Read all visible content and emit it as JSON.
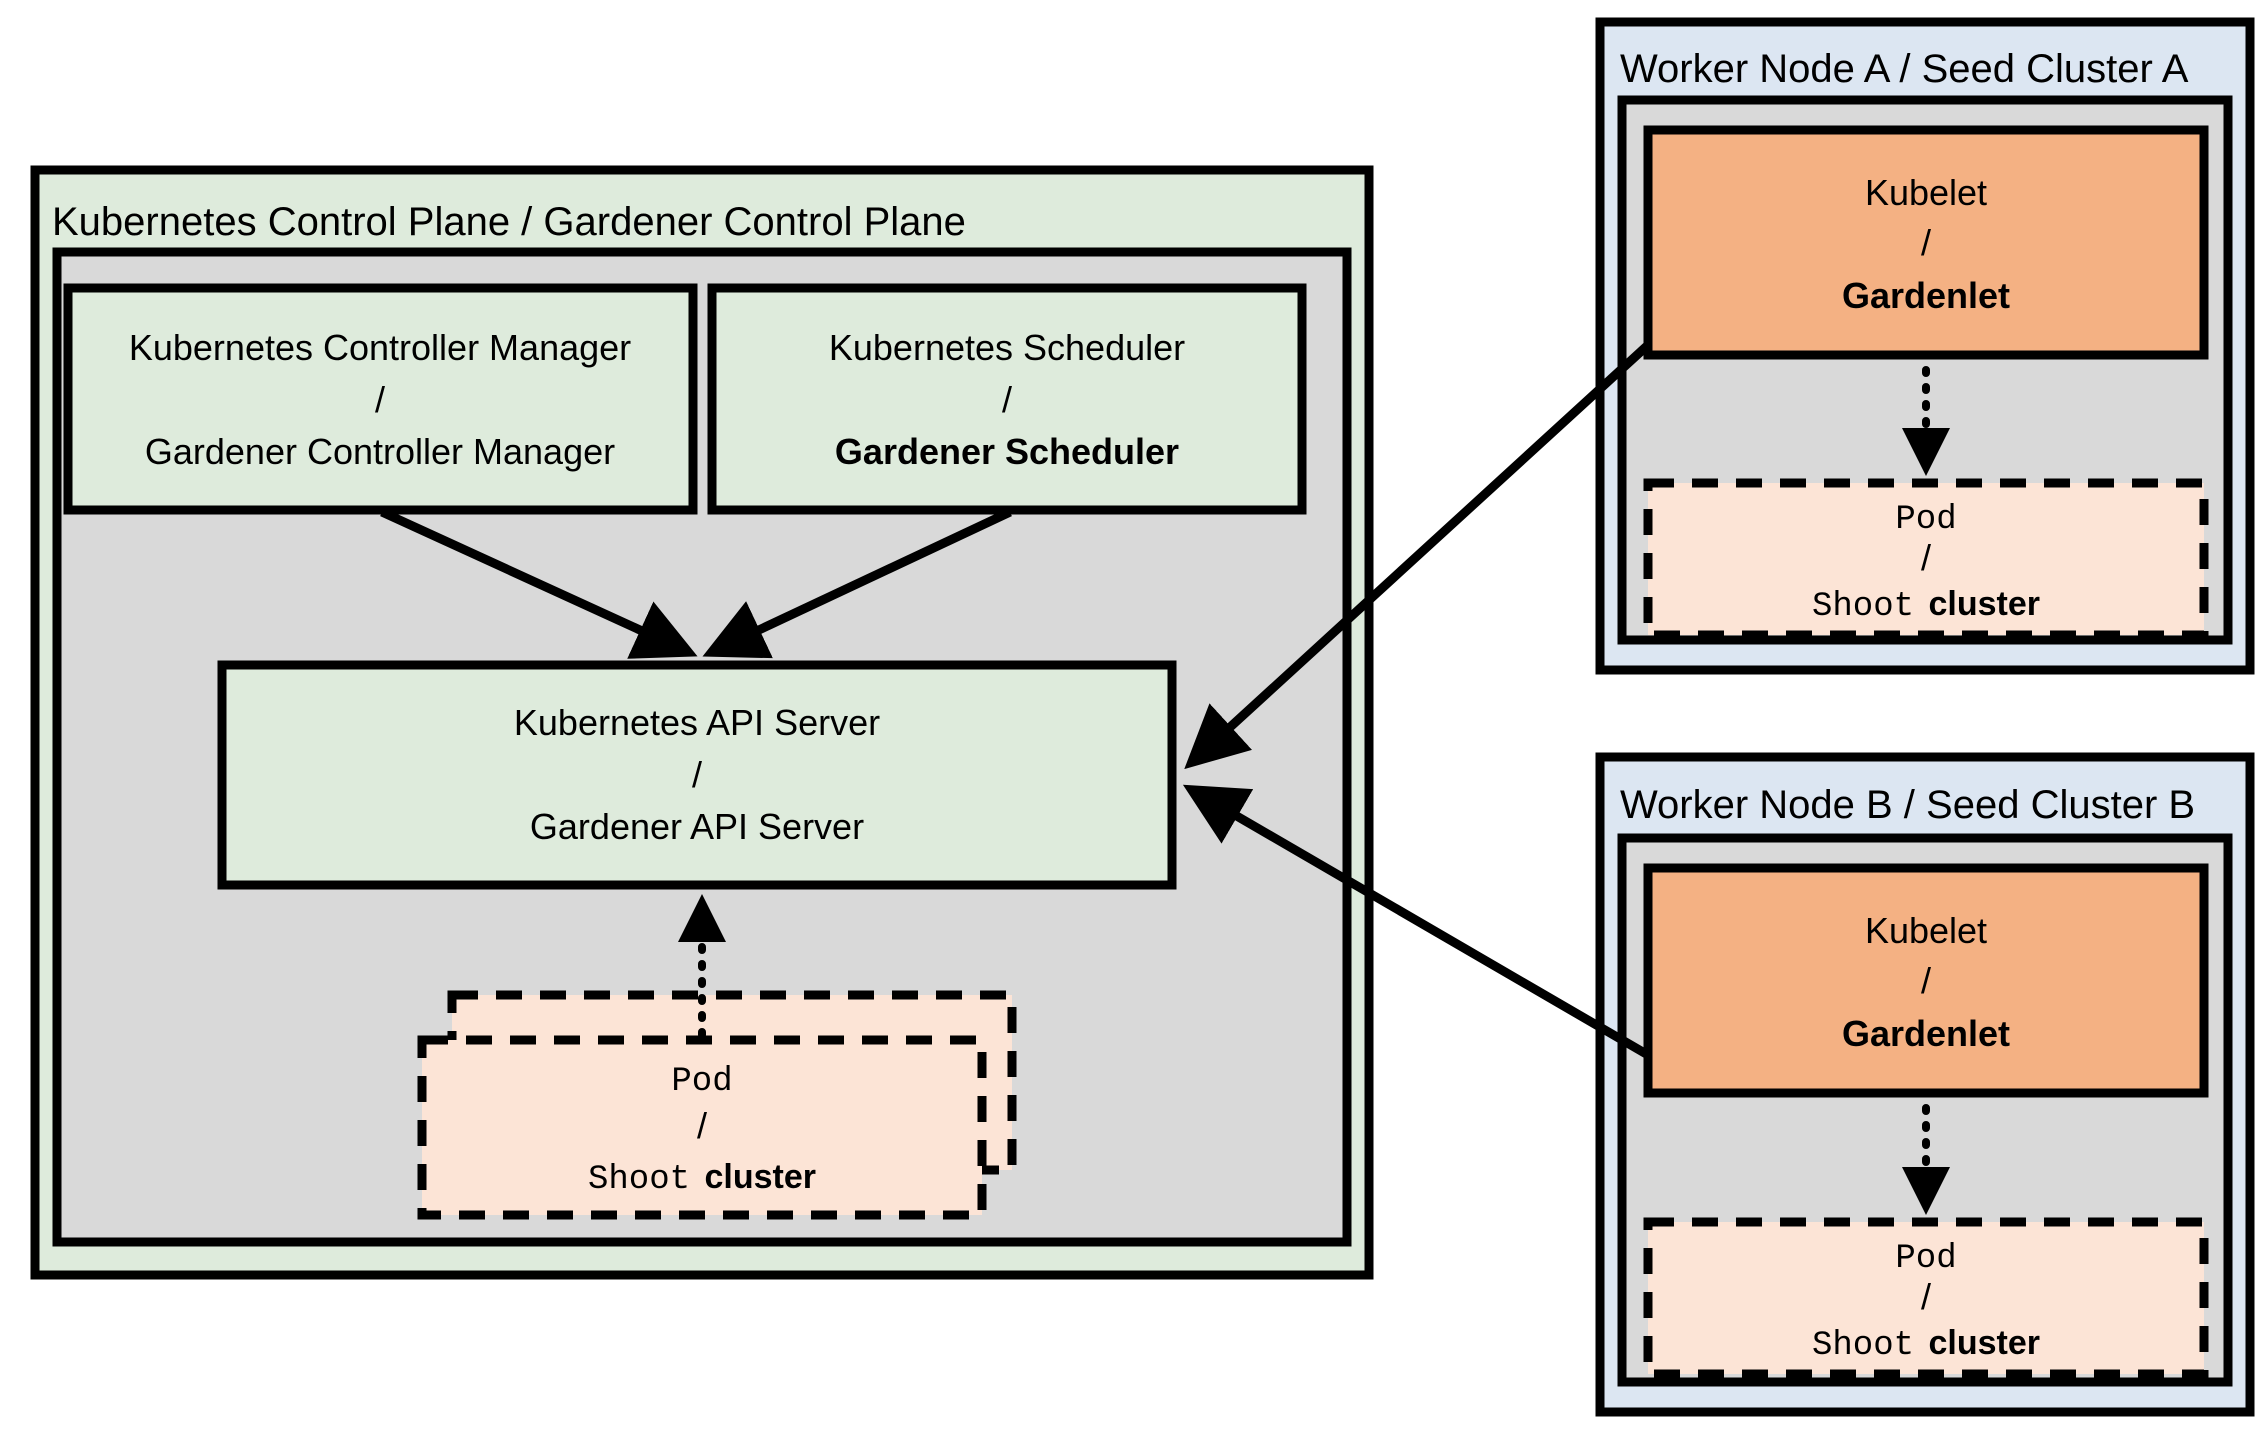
{
  "diagram": {
    "type": "architecture-diagram",
    "subject": "Kubernetes / Gardener control plane and seed clusters",
    "colors": {
      "green_fill": "#deebdc",
      "gray_fill": "#d9d9d9",
      "blue_fill": "#dce6f2",
      "orange_fill": "#f4b183",
      "pod_fill": "#fce4d6",
      "stroke": "#000000",
      "page_background": "#ffffff"
    }
  },
  "control_plane": {
    "title": "Kubernetes Control Plane / Gardener Control Plane",
    "controller_manager": {
      "line1": "Kubernetes Controller Manager",
      "separator": "/",
      "line2": "Gardener Controller Manager",
      "line2_bold": false
    },
    "scheduler": {
      "line1": "Kubernetes Scheduler",
      "separator": "/",
      "line2": "Gardener Scheduler",
      "line2_bold": true
    },
    "api_server": {
      "line1": "Kubernetes API Server",
      "separator": "/",
      "line2": "Gardener API Server",
      "line2_bold": false
    },
    "pod": {
      "line1": "Pod",
      "separator": "/",
      "line2_mono": "Shoot",
      "line2_bold": "cluster",
      "stacked": true
    }
  },
  "worker_nodes": [
    {
      "title": "Worker Node A / Seed Cluster A",
      "kubelet": {
        "line1": "Kubelet",
        "separator": "/",
        "line2": "Gardenlet",
        "line2_bold": true
      },
      "pod": {
        "line1": "Pod",
        "separator": "/",
        "line2_mono": "Shoot",
        "line2_bold": "cluster",
        "stacked": false
      }
    },
    {
      "title": "Worker Node B / Seed Cluster B",
      "kubelet": {
        "line1": "Kubelet",
        "separator": "/",
        "line2": "Gardenlet",
        "line2_bold": true
      },
      "pod": {
        "line1": "Pod",
        "separator": "/",
        "line2_mono": "Shoot",
        "line2_bold": "cluster",
        "stacked": false
      }
    }
  ],
  "connections": [
    {
      "name": "controller-manager-to-api-server",
      "style": "solid-arrow"
    },
    {
      "name": "scheduler-to-api-server",
      "style": "solid-arrow"
    },
    {
      "name": "control-plane-pod-to-api-server",
      "style": "dotted-arrow"
    },
    {
      "name": "gardenlet-a-to-api-server",
      "style": "solid-arrow"
    },
    {
      "name": "gardenlet-b-to-api-server",
      "style": "solid-arrow"
    },
    {
      "name": "gardenlet-a-to-pod-a",
      "style": "dotted-arrow"
    },
    {
      "name": "gardenlet-b-to-pod-b",
      "style": "dotted-arrow"
    }
  ]
}
